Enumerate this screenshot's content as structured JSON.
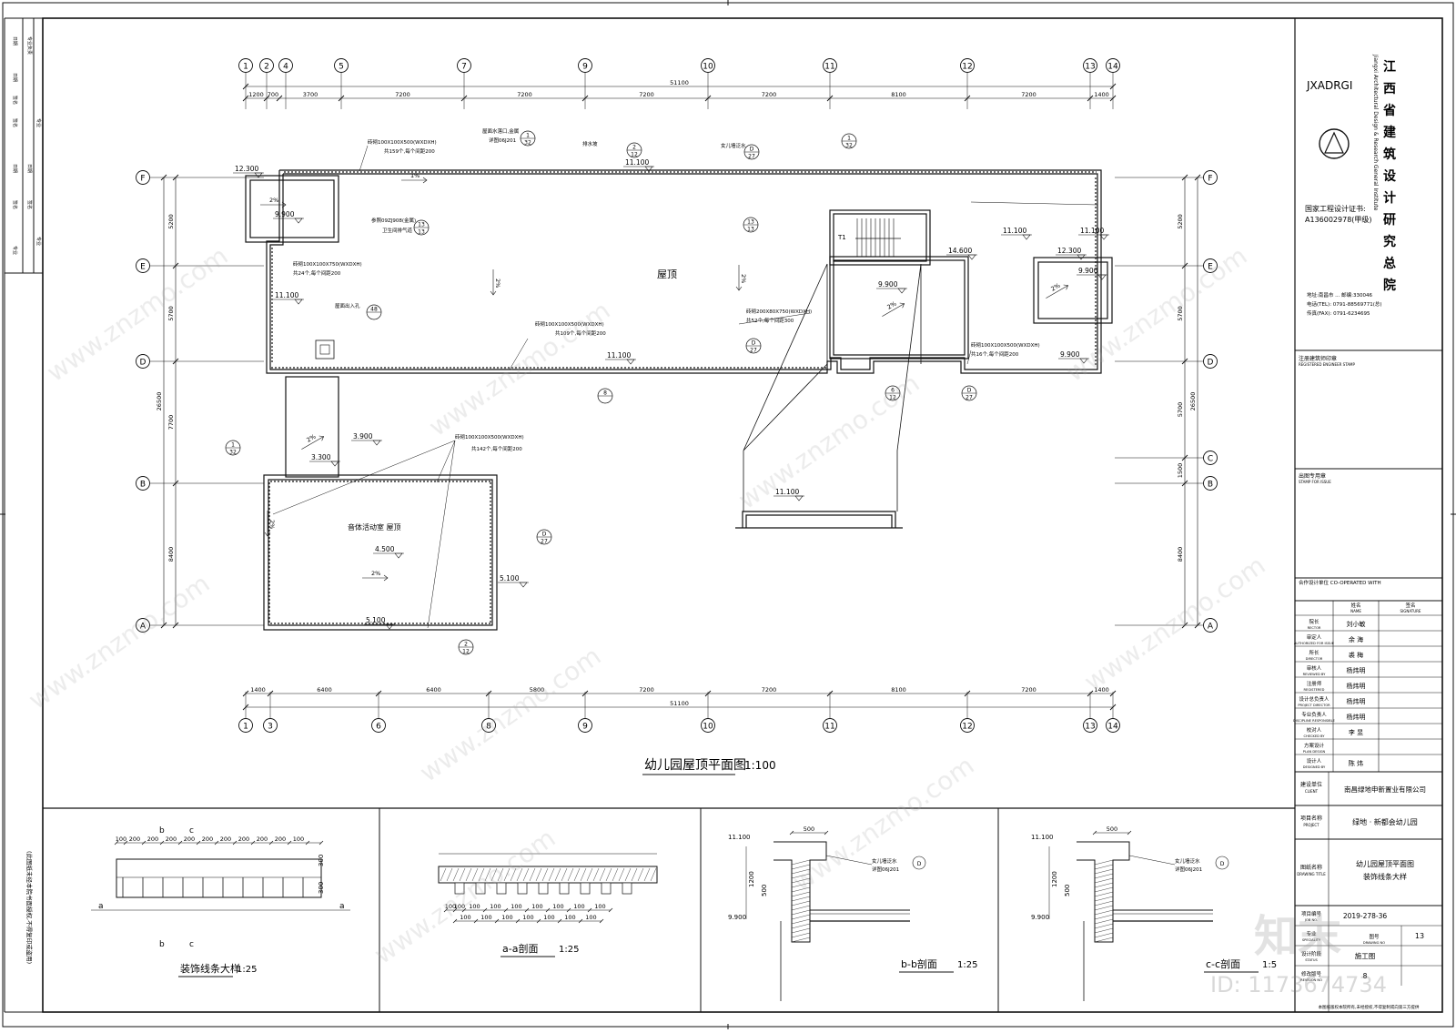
{
  "main_plan": {
    "title": "幼儿园屋顶平面图",
    "scale": "1:100",
    "total_dim": "51100",
    "top_dims": [
      "1200",
      "700",
      "3700",
      "7200",
      "7200",
      "7200",
      "7200",
      "8100",
      "7200",
      "1400"
    ],
    "bottom_dims": [
      "1400",
      "6400",
      "6400",
      "5800",
      "7200",
      "7200",
      "8100",
      "7200",
      "1400"
    ],
    "top_axes": [
      "1",
      "2",
      "4",
      "5",
      "7",
      "9",
      "10",
      "11",
      "12",
      "13",
      "14"
    ],
    "bottom_axes": [
      "1",
      "3",
      "6",
      "8",
      "9",
      "10",
      "11",
      "12",
      "13",
      "14"
    ],
    "side_axes_left": [
      "F",
      "E",
      "D",
      "B",
      "A"
    ],
    "side_axes_right": [
      "F",
      "E",
      "D",
      "C",
      "B",
      "A"
    ],
    "left_dims": [
      "5200",
      "5700",
      "7700",
      "8400"
    ],
    "left_total": "26500",
    "right_dims": [
      "5200",
      "5700",
      "5700",
      "1500",
      "8400"
    ],
    "right_total": "26500",
    "roof_label": "屋顶",
    "gym_label": "音体活动室  屋顶",
    "stair_label": "T1",
    "elevations": [
      "12.300",
      "9.900",
      "11.100",
      "11.100",
      "9.900",
      "11.100",
      "11.100",
      "14.600",
      "9.900",
      "12.300",
      "9.900",
      "3.900",
      "3.300",
      "4.500",
      "5.100",
      "5.100",
      "11.100",
      "11.100"
    ],
    "slopes": [
      "1%",
      "2%",
      "2%",
      "2%",
      "2%",
      "2%",
      "2%",
      "2%",
      "2%"
    ],
    "notes": [
      "砖砌100X100X500(WXDXH)",
      "共159个,每个间距200",
      "砖砌100X100X750(WXDXH)",
      "共24个,每个间距200",
      "砖砌100X100X500(WXDXH)",
      "共109个,每个间距200",
      "砖砌200X80X750(WXDXH)",
      "共52个,每个间距300",
      "砖砌100X100X500(WXDXH)",
      "共16个,每个间距200",
      "砖砌100X100X500(WXDXH)",
      "共142个,每个间距200",
      "屋面出入孔",
      "屋面水落口,金属",
      "详图06J201",
      "女儿墙泛水",
      "排水坡",
      "卫生间排气道",
      "参照09ZJ908(金属)"
    ]
  },
  "title_block": {
    "logo": "JXADRGI",
    "company": "江西省建筑设计研究总院",
    "company_en": "Jiangxi Architectural Design & Research General Institute",
    "cert": "国家工程设计证书:",
    "cert_no": "A136002978(甲级)",
    "address": "地址:南昌市 ... 邮编:330046",
    "tel": "电话(TEL): 0791-88569771(总)",
    "fax": "传真(FAX): 0791-6234695",
    "stamp_label": "注册建筑师印章",
    "stamp_label_en": "REGISTERED ENGINEER STAMP",
    "issue_label": "出图专用章",
    "issue_label_en": "STAMP FOR ISSUE",
    "coop_label": "合作设计单位",
    "coop_label_en": "CO-OPERATED WITH",
    "col_name": "姓名",
    "col_name_en": "NAME",
    "col_sign": "签名",
    "col_sign_en": "SIGNATURE",
    "people": [
      {
        "role": "院长",
        "role_en": "RECTOR",
        "name": "刘小敏"
      },
      {
        "role": "审定人",
        "role_en": "AUTHORIZED FOR ISSUE",
        "name": "余  海"
      },
      {
        "role": "所长",
        "role_en": "DIRECTOR",
        "name": "裘  梅"
      },
      {
        "role": "审核人",
        "role_en": "REVIEWED BY",
        "name": "杨炜明"
      },
      {
        "role": "注册师",
        "role_en": "REGISTERED",
        "name": "杨炜明"
      },
      {
        "role": "设计总负责人",
        "role_en": "PROJECT DIRECTOR",
        "name": "杨炜明"
      },
      {
        "role": "专业负责人",
        "role_en": "DISCIPLINE RESPONSIBLE",
        "name": "杨炜明"
      },
      {
        "role": "校对人",
        "role_en": "CHECKED BY",
        "name": "李  昱"
      },
      {
        "role": "方案设计",
        "role_en": "PLAN DESIGN",
        "name": ""
      },
      {
        "role": "设计人",
        "role_en": "DESIGNED BY",
        "name": "陈  炜"
      }
    ],
    "client_label": "建设单位",
    "client_label_en": "CLIENT",
    "client": "南昌绿地申新置业有限公司",
    "project_label": "项目名称",
    "project_label_en": "PROJECT",
    "project": "绿地 · 新都会幼儿园",
    "drawing_label": "图纸名称",
    "drawing_label_en": "DRAWING TITLE",
    "drawing_title_1": "幼儿园屋顶平面图",
    "drawing_title_2": "装饰线条大样",
    "job_label": "项目编号",
    "job_label_en": "JOB NO.",
    "job_no": "2019-278-36",
    "specialty_label": "专业",
    "specialty_label_en": "SPECIALITY",
    "status_label": "设计阶段",
    "status_label_en": "STATUS",
    "status": "施工图",
    "dwgno_label": "图号",
    "dwgno_label_en": "DRAWING NO",
    "dwg_no": "13",
    "rev_label": "修改版号",
    "rev_label_en": "REVISION NO",
    "rev_no": "8",
    "footer_note": "本图纸版权本院所有,未经授权,不得复制或向第三方提供"
  },
  "left_strip": {
    "labels": [
      "日期",
      "日期",
      "签名",
      "签名",
      "专业负责",
      "专业",
      "日期",
      "签名",
      "日期",
      "签名",
      "专业",
      "专业"
    ],
    "vertical_note": "(此图纸未经本院书面授权,不得复印或盗用)"
  },
  "details": [
    {
      "title": "装饰线条大样",
      "scale": "1:25",
      "dims_top": [
        "100",
        "200",
        "200",
        "200",
        "200",
        "200",
        "200",
        "200",
        "200",
        "200",
        "100"
      ],
      "dims_side": [
        "300",
        "300"
      ],
      "section_marks": [
        "b",
        "c",
        "a",
        "a",
        "b",
        "c"
      ]
    },
    {
      "title": "a-a剖面",
      "scale": "1:25",
      "dims_bottom": [
        "100",
        "100",
        "100",
        "100",
        "100",
        "100",
        "100",
        "100",
        "100"
      ],
      "dims_bottom2": [
        "100",
        "100",
        "100",
        "100",
        "100",
        "100",
        "100"
      ]
    },
    {
      "title": "b-b剖面",
      "scale": "1:25",
      "dims": [
        "500",
        "11.100",
        "1200",
        "500",
        "9.900"
      ],
      "note_1": "女儿墙泛水",
      "note_2": "详图06J201"
    },
    {
      "title": "c-c剖面",
      "scale": "1:5",
      "dims": [
        "500",
        "11.100",
        "1200",
        "500",
        "9.900"
      ],
      "note_1": "女儿墙泛水",
      "note_2": "详图06J201"
    }
  ],
  "watermark": {
    "brand": "知末",
    "site": "www.znzmo.com",
    "id": "ID: 1173674734"
  }
}
